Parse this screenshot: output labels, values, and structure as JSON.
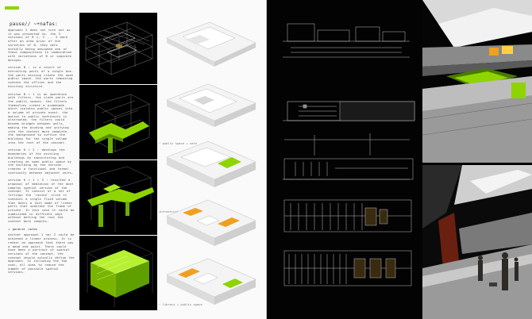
{
  "header": {
    "title": "pause// ~+nafas:"
  },
  "text": {
    "intro": "approach 2 does not turn out as it was presented to. the 3 versions of B 1, 2 ... 3 each offer an area prior of the varieties of B. they were actually being designed one of these compositions in combination with variations of B or separate designs.",
    "p2": "version B : is a result of extracting parts of a single box. the parts missing create the open public space. the parts remaining contain the offices and the existing structure.",
    "p3": "version B < 1 is an operation with filters. the sleek parts are the public spaces. the filters themselves create a promenade which isolates public spaces into a volume of private event. the motion to public continuity is alternated. the filters could become bridges between walls, making the binding and unifying into the context more complete. the background to suffice the building for the single volume into the rest of the concept.",
    "p4": "version K > 2 : develops the boundaries of the existing buildings by substituting and creating an open public space by the building by the horizon. creates a functional and formal continuity between adjacent units.",
    "p5": "version K < 1 > 3 : resulted a proposal of mediation of the most complex spatial version of the concept. It consist of a set of fittings the 'ravine' slice it contains a single fluid volume that bears a skin made of linear parts that undulate the frame of private. In this case it could be subdivided in different ways without betting the rest the context more complex.",
    "subheading": "+ general notes",
    "p6": "neither approach 1 nor 2 could be achieved a linear process. It is rather an approach that there was a dead end point. There could have been a portrait of spatial versions of the concept, the concept should actually define the approach. In including the two uses, all aims to reduce the number of possible spatial versions."
  },
  "captions": {
    "c1": "~ public space + cafe",
    "c2": "infrastructure + public space",
    "c3": "~ library + public space"
  },
  "colors": {
    "accent_green": "#8ed400",
    "model_orange": "#f0a020",
    "dark_bg": "#030303",
    "page_bg": "#fafafa"
  }
}
